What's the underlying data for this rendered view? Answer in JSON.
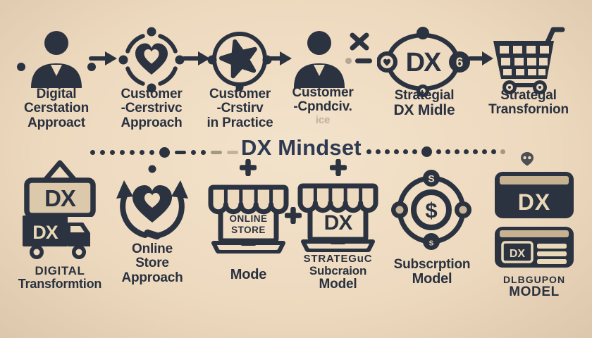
{
  "title": "DX Mindset",
  "colors": {
    "background": "#edd9be",
    "icon_ink": "#2b3240",
    "label_text": "#29313f",
    "title_text": "#2d3a52",
    "beige_text": "#e9d8b8",
    "sign_fill": "#dcc9ab",
    "card_topbar": "#c6b291",
    "muted_gray": "#a3997f"
  },
  "top_row": [
    {
      "icon": "user-dots-icon",
      "label_lines": [
        "Digital",
        "Cerstation",
        "Approact"
      ]
    },
    {
      "icon": "heart-orbit-icon",
      "label_lines": [
        "Customer",
        "-Cerstrivc",
        "Approach"
      ]
    },
    {
      "icon": "star-orbit-icon",
      "label_lines": [
        "Customer",
        "-Crstirv",
        "in Practice"
      ]
    },
    {
      "icon": "user-x-icon",
      "label_lines": [
        "Customer",
        "-Cpndciv."
      ],
      "ghost_line": "ice"
    },
    {
      "icon": "dx-orbit-icon",
      "icon_text": "DX",
      "node_right_text": "6",
      "label_lines": [
        "Strategial",
        "DX Midle"
      ]
    },
    {
      "icon": "cart-icon",
      "label_lines": [
        "Strategal",
        "Transfornion"
      ]
    }
  ],
  "bottom_row": [
    {
      "icon": "dx-sign-truck-icon",
      "sign_text": "DX",
      "truck_text": "DX",
      "label_lines": [
        "DIGITAL",
        "Transformtion"
      ]
    },
    {
      "icon": "heart-cycle-icon",
      "label_lines": [
        "Online",
        "Store",
        "Approach"
      ]
    },
    {
      "icon": "online-store-icon",
      "store_lines": [
        "ONLINE",
        "STORE"
      ],
      "label_lines": [
        "Mode"
      ]
    },
    {
      "icon": "dx-store-icon",
      "store_text": "DX",
      "label_lines": [
        "STRATEGuC",
        "Subcraion",
        "Model"
      ]
    },
    {
      "icon": "dollar-orbit-icon",
      "center_text": "$",
      "node_top_text": "S",
      "node_bottom_text": "s",
      "label_lines": [
        "Subscrption",
        "Model"
      ]
    },
    {
      "icon": "dx-cards-icon",
      "card1_text": "DX",
      "card2_text": "DX",
      "label_lines": [
        "DLBGUPON",
        "MODEL"
      ]
    }
  ]
}
